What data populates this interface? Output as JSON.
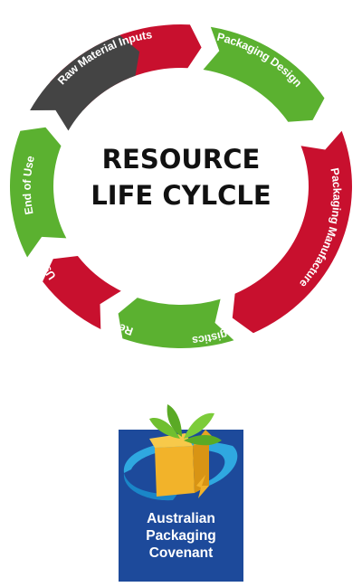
{
  "diagram": {
    "title_line1": "RESOURCE",
    "title_line2": "LIFE CYLCLE",
    "stages": [
      {
        "label": "Raw Material Inputs",
        "color": "#c8102e"
      },
      {
        "label": "Packaging Design",
        "color": "#5bb130"
      },
      {
        "label": "Packaging Manufacture",
        "color": "#c8102e"
      },
      {
        "label": "Logistics",
        "color": "#5bb130"
      },
      {
        "label": "Retail",
        "color": "#c8102e"
      },
      {
        "label": "Use",
        "color": "#5bb130"
      },
      {
        "label": "End of Use",
        "color": "#444444"
      }
    ]
  },
  "logo": {
    "line1": "Australian",
    "line2": "Packaging",
    "line3": "Covenant",
    "background_color": "#1d4a9b"
  }
}
